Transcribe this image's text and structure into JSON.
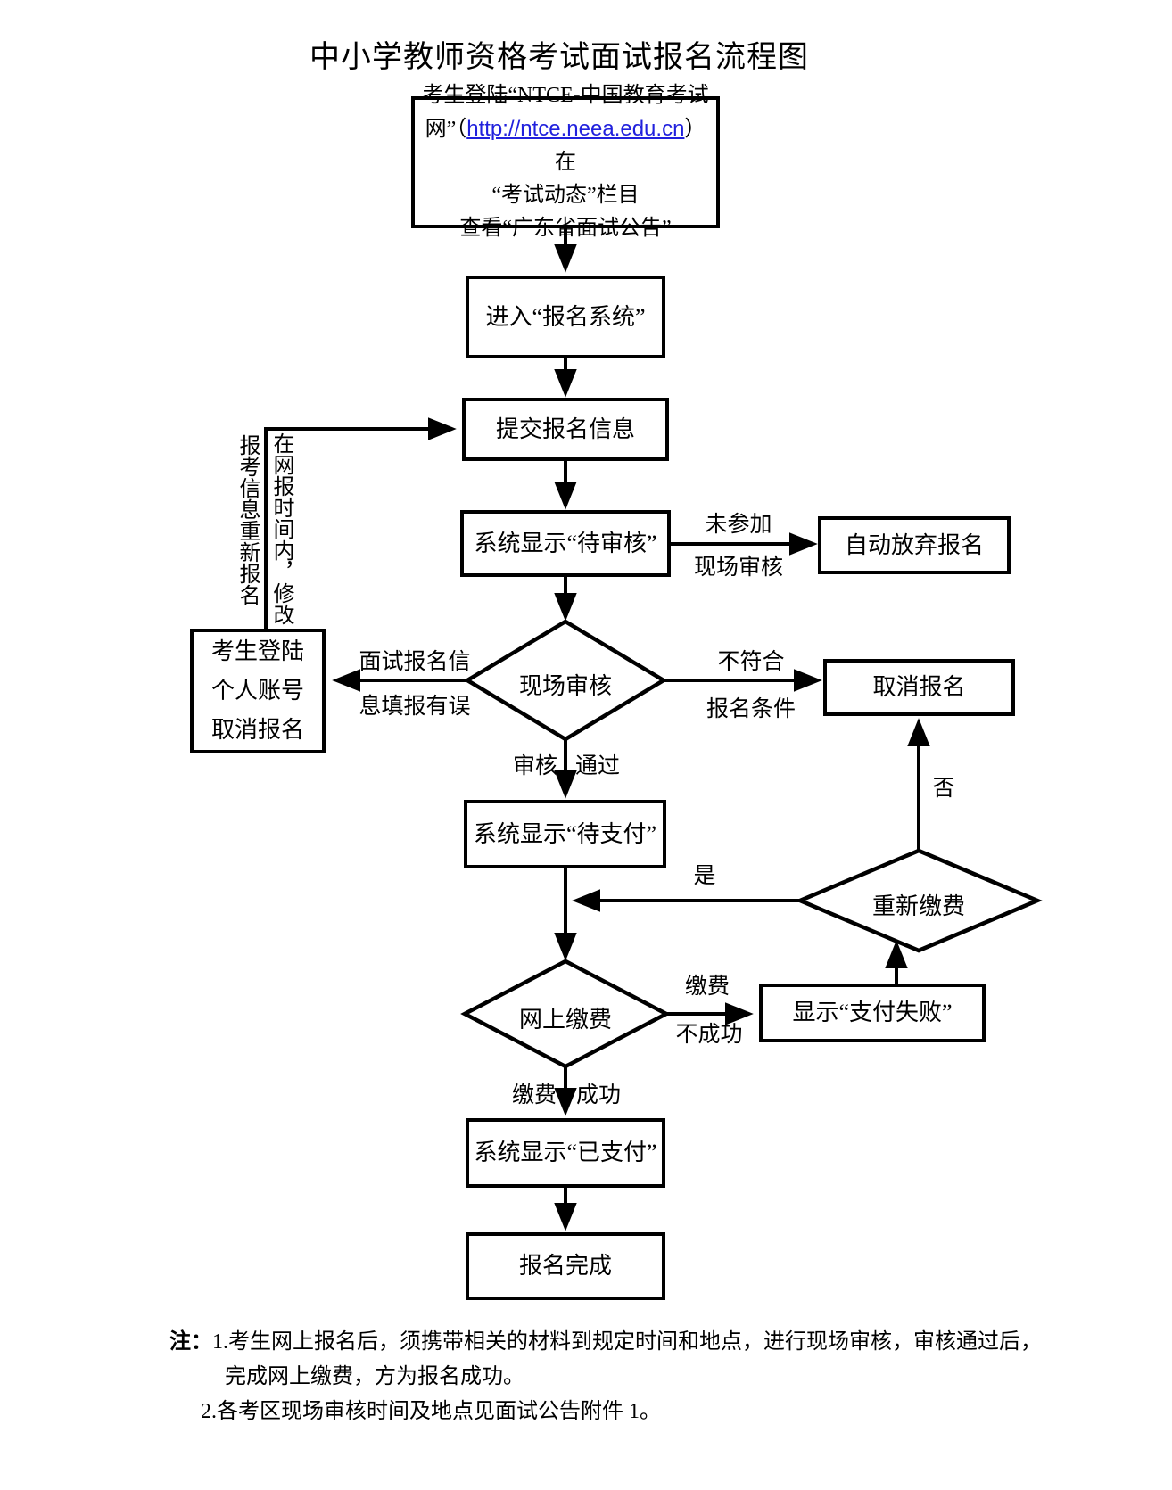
{
  "title": "中小学教师资格考试面试报名流程图",
  "nodes": {
    "start": {
      "line1": "考生登陆“NTCE-中国教育考试",
      "line2_prefix": "网”（",
      "line2_link": "http://ntce.neea.edu.cn",
      "line2_suffix": "）在",
      "line3": "“考试动态”栏目",
      "line4": "查看“广东省面试公告”"
    },
    "enter_system": "进入“报名系统”",
    "submit_info": "提交报名信息",
    "pending_review": "系统显示“待审核”",
    "auto_abandon": "自动放弃报名",
    "onsite_review": "现场审核",
    "cancel_personal_line1": "考生登陆",
    "cancel_personal_line2": "个人账号",
    "cancel_personal_line3": "取消报名",
    "cancel_registration": "取消报名",
    "pending_payment": "系统显示“待支付”",
    "repay": "重新缴费",
    "pay_online": "网上缴费",
    "pay_failed": "显示“支付失败”",
    "paid": "系统显示“已支付”",
    "done": "报名完成"
  },
  "edge_labels": {
    "not_attended_line1": "未参加",
    "not_attended_line2": "现场审核",
    "info_error_line1": "面试报名信",
    "info_error_line2": "息填报有误",
    "not_qualified_line1": "不符合",
    "not_qualified_line2": "报名条件",
    "review_left": "审核",
    "review_right": "通过",
    "pay_fail_line1": "缴费",
    "pay_fail_line2": "不成功",
    "pay_success_left": "缴费",
    "pay_success_right": "成功",
    "yes": "是",
    "no": "否",
    "modify_col_right": "在网报时间内，修改",
    "modify_col_left": "报考信息重新报名"
  },
  "notes": {
    "prefix": "注：",
    "line1": "1.考生网上报名后，须携带相关的材料到规定时间和地点，进行现场审核，审核通过后，",
    "line2": "完成网上缴费，方为报名成功。",
    "line3": "2.各考区现场审核时间及地点见面试公告附件 1。"
  },
  "colors": {
    "link": "#2121dd",
    "stroke": "#000000",
    "background": "#ffffff"
  }
}
